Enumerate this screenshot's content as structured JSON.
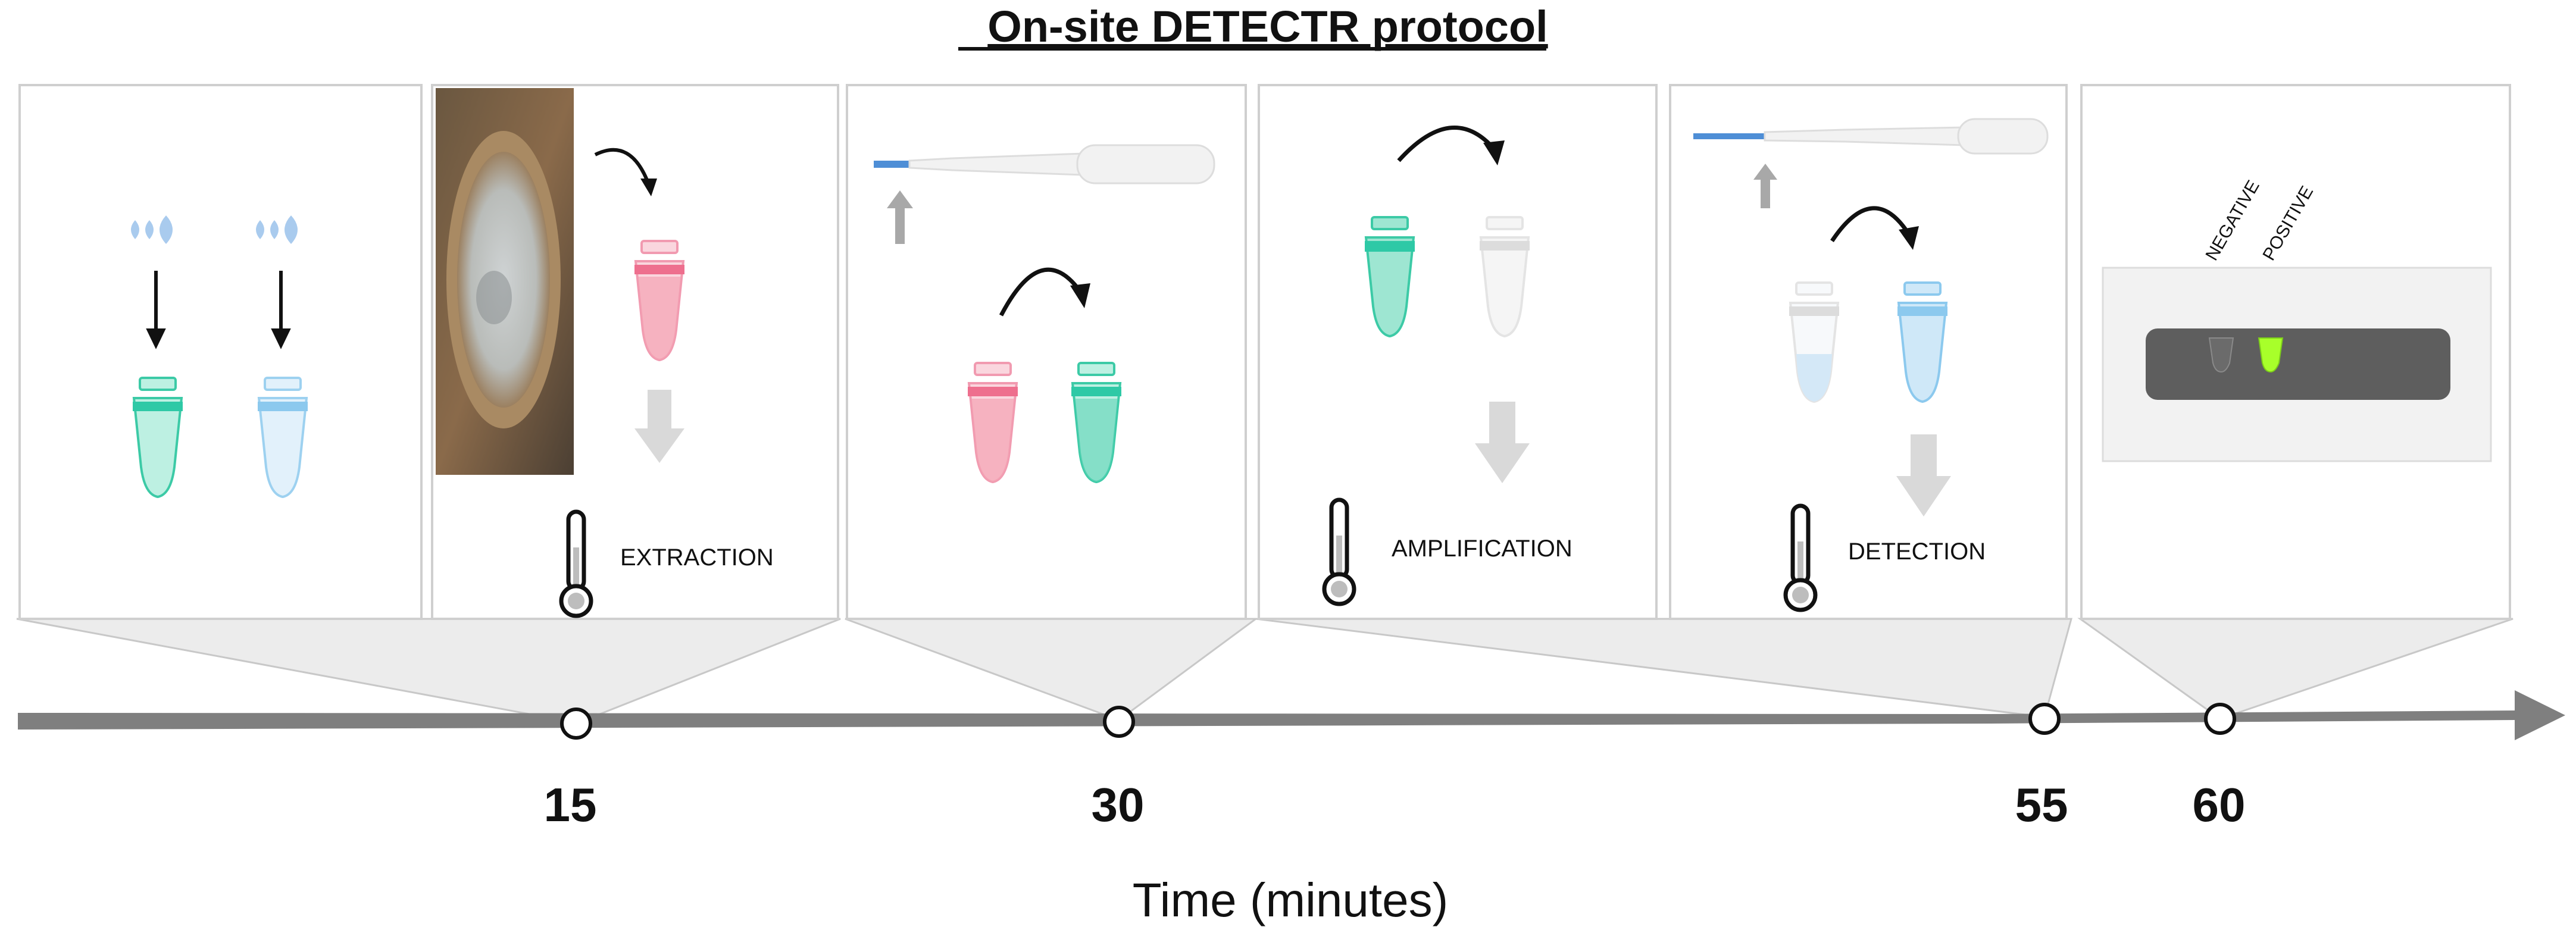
{
  "title": "On-site DETECTR protocol",
  "steps": {
    "extraction": "EXTRACTION",
    "amplification": "AMPLIFICATION",
    "detection": "DETECTION"
  },
  "strip": {
    "negative": "NEGATIVE",
    "positive": "POSITIVE"
  },
  "timeline": {
    "axis_label": "Time (minutes)",
    "ticks": [
      "15",
      "30",
      "55",
      "60"
    ]
  },
  "colors": {
    "teal_tube": "#5fd3b8",
    "teal_band": "#2ec9a6",
    "blue_tube": "#b9def5",
    "blue_band": "#8cc9ee",
    "pink_tube": "#f3a2b4",
    "pink_band": "#ee6f8e",
    "drop": "#a9cbee",
    "axis": "#7f7f7f",
    "positive_band": "#a8ff2a",
    "strip_body": "#5e5e5e"
  }
}
